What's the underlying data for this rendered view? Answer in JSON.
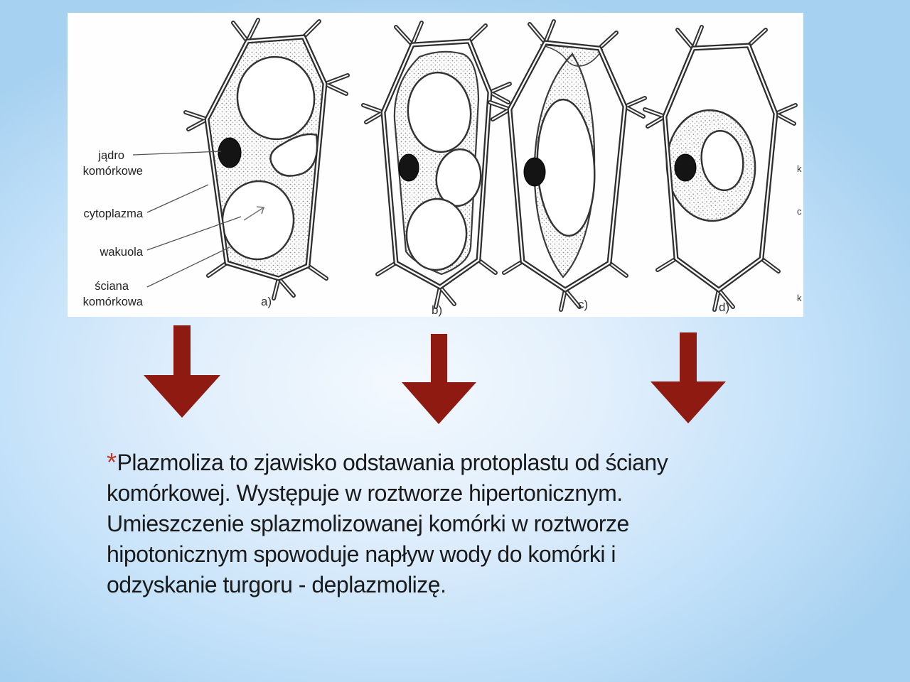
{
  "slide": {
    "colors": {
      "arrow": "#8e1a12",
      "asterisk": "#c0392b",
      "background_edge": "#a7d1f0",
      "background_center": "#f3f9fe",
      "body_text": "#1a1a1a"
    },
    "diagram_panel": {
      "labels": {
        "jadro_line1": "jądro",
        "jadro_line2": "komórkowe",
        "cytoplazma": "cytoplazma",
        "wakuola": "wakuola",
        "sciana_line1": "ściana",
        "sciana_line2": "komórkowa"
      },
      "cell_captions": [
        "a)",
        "b)",
        "c)",
        "d)"
      ],
      "edge_fragments": [
        "k",
        "c",
        "k"
      ]
    },
    "body": {
      "asterisk": "*",
      "lines": [
        "Plazmoliza to zjawisko odstawania protoplastu od ściany",
        "komórkowej. Występuje w roztworze hipertonicznym.",
        "Umieszczenie splazmolizowanej komórki w roztworze",
        "hipotonicznym spowoduje napływ wody do komórki i",
        "odzyskanie turgoru - deplazmolizę."
      ]
    }
  }
}
